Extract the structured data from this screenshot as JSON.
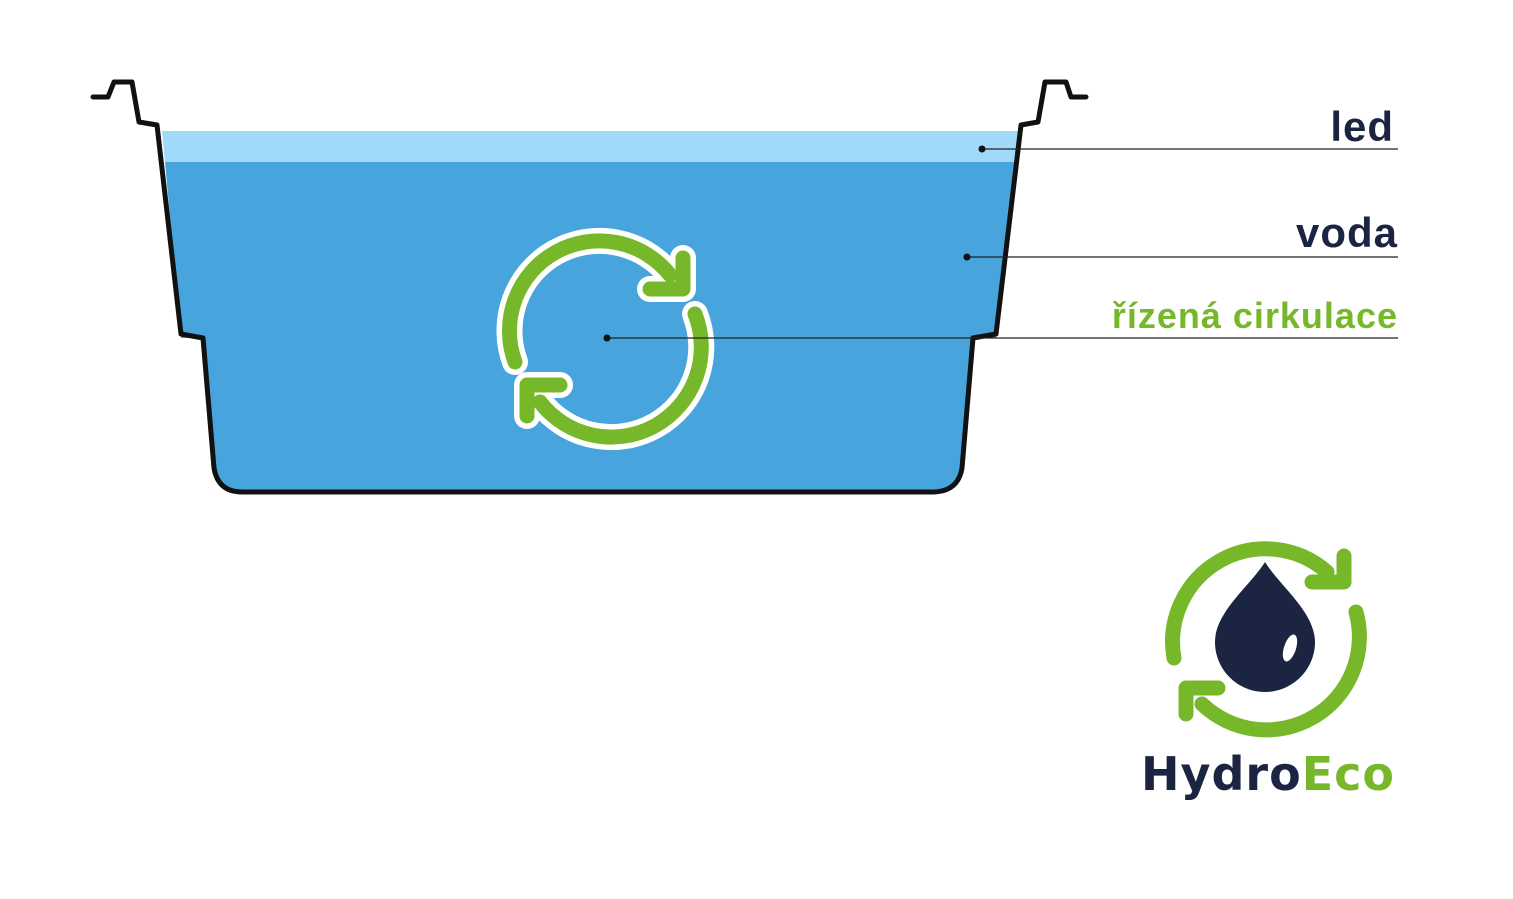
{
  "labels": {
    "ice": "led",
    "water": "voda",
    "circulation": "řízená cirkulace"
  },
  "logo": {
    "name_part1": "Hydro",
    "name_part2": "Eco",
    "icon": "water-drop-recycle-icon"
  },
  "colors": {
    "ice": "#a1d9f9",
    "water": "#48a4dc",
    "outline": "#111111",
    "green": "#76b82a",
    "navy": "#1b2541",
    "leader_line": "#222222"
  }
}
